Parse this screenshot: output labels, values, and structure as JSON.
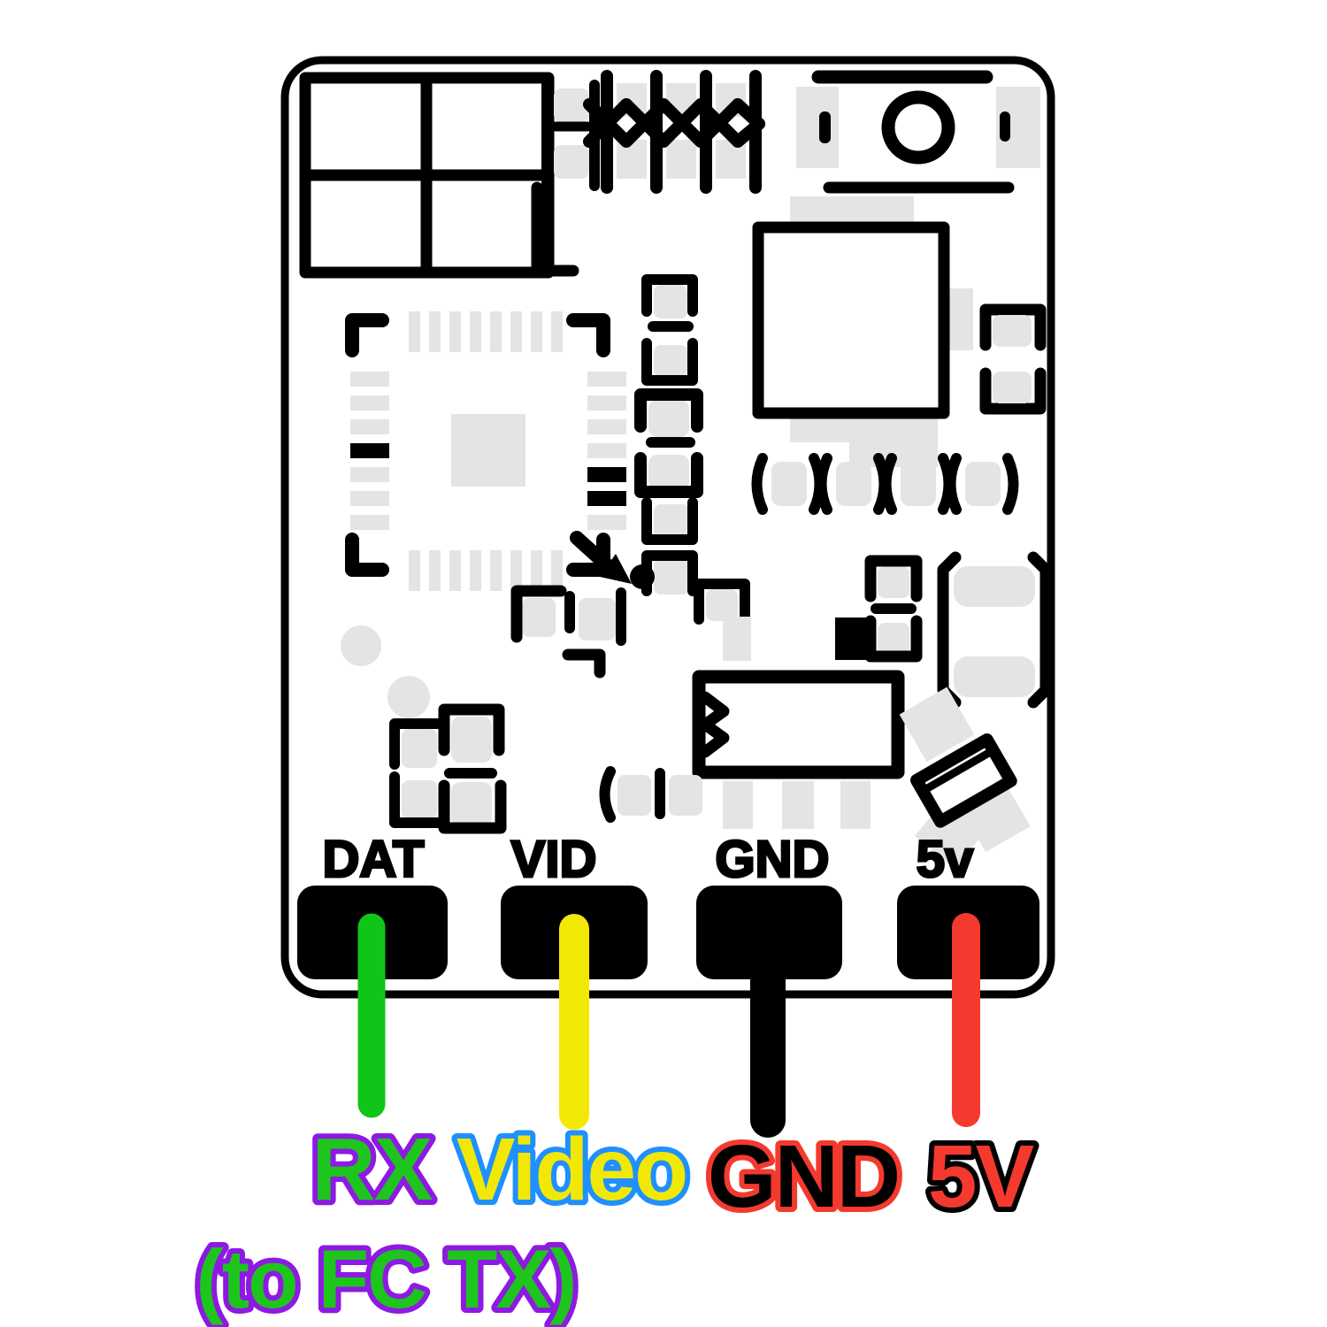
{
  "diagram": {
    "description": "FPV video transmitter board pinout wiring diagram",
    "connections": [
      {
        "pad": "DAT",
        "wire_caption": "RX",
        "note": "(to FC TX)",
        "wire_color_name": "green"
      },
      {
        "pad": "VID",
        "wire_caption": "Video",
        "wire_color_name": "yellow"
      },
      {
        "pad": "GND",
        "wire_caption": "GND",
        "wire_color_name": "black"
      },
      {
        "pad": "5v",
        "wire_caption": "5V",
        "wire_color_name": "red"
      }
    ]
  },
  "pad_labels": {
    "dat": "DAT",
    "vid": "VID",
    "gnd": "GND",
    "v5": "5v"
  },
  "captions": {
    "rx": "RX",
    "video": "Video",
    "gnd": "GND",
    "v5": "5V",
    "rx_note": "(to FC TX)"
  },
  "colors": {
    "rx_wire": "#10c517",
    "video_wire": "#f2e805",
    "gnd_wire": "#000000",
    "v5_wire": "#f4392e",
    "rx_fill": "#1ec51c",
    "rx_outline": "#8e19e3",
    "video_fill": "#f2e805",
    "video_outline": "#1e90ff",
    "gnd_fill": "#000000",
    "gnd_outline": "#f4392e",
    "v5_fill": "#f4392e",
    "v5_outline": "#000000",
    "board_fill": "#ffffff",
    "silkscreen": "#000000",
    "pad_gray": "#e4e4e4"
  }
}
